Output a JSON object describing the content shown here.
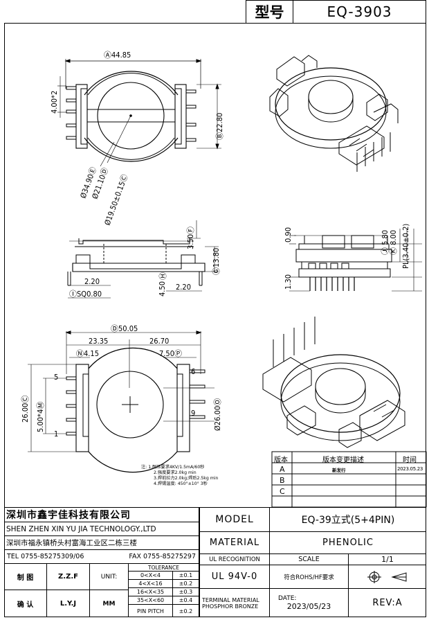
{
  "header": {
    "label": "型号",
    "value": "EQ-3903"
  },
  "dims": {
    "top": {
      "a": "Ⓐ44.85",
      "pin_pitch": "4.00*2",
      "b": "Ⓑ22.80",
      "e": "Ø34.90Ⓔ",
      "d": "Ø21.10Ⓓ",
      "c": "Ø19.50±0.15Ⓒ"
    },
    "side": {
      "f": "3.50Ⓕ",
      "g": "Ⓖ13.80",
      "h": "Ⓗ",
      "l1": "2.20",
      "l2": "2.20",
      "h_val": "4.50",
      "sq": "ⒾSQ0.80"
    },
    "bottom": {
      "d50": "Ⓓ50.05",
      "w1": "23.35",
      "w2": "26.70",
      "n": "Ⓝ4.15",
      "p": "7.50Ⓟ",
      "c26": "26.00Ⓒ",
      "m": "5.00*4Ⓜ",
      "o": "Ø26.00Ⓞ",
      "pin5": "5",
      "pin1": "1",
      "pin6": "6",
      "pin9": "9"
    },
    "front": {
      "v090": "0.90",
      "v580": "5.80",
      "v800": "8.00",
      "j": "Ⓙ",
      "k": "Ⓚ",
      "pl": "PL(3.40±0.2)",
      "v130": "1.30"
    }
  },
  "notes": {
    "label": "注:",
    "items": [
      "1.耐压要求4KV/1.5mA/60秒",
      "2.强度要求2.0kg min",
      "3.焊前拉力2.0kg;焊后2.5kg min",
      "4.焊锡温度: 450°±10° 3秒"
    ]
  },
  "revisions": {
    "headers": [
      "版本",
      "版本变更描述",
      "时间"
    ],
    "rows": [
      {
        "ver": "A",
        "desc": "新发行",
        "date": "2023.05.23"
      },
      {
        "ver": "B",
        "desc": "",
        "date": ""
      },
      {
        "ver": "C",
        "desc": "",
        "date": ""
      }
    ]
  },
  "company": {
    "name_cn": "深圳市鑫宇佳科技有限公司",
    "name_en": "SHEN ZHEN XIN YU JIA TECHNOLOGY.,LTD",
    "address": "深圳市福永镇桥头村富海工业区二栋三楼",
    "tel": "TEL 0755-85275309/06",
    "fax": "FAX 0755-85275297"
  },
  "title_block": {
    "model_label": "MODEL",
    "model_value": "EQ-39立式(5+4PIN)",
    "material_label": "MATERIAL",
    "material_value": "PHENOLIC",
    "ul_label": "UL RECOGNITION",
    "ul_value": "UL 94V-0",
    "scale_label": "SCALE",
    "scale_value": "1/1",
    "rohs": "符合ROHS/HF要求",
    "terminal_label": "TERMINAL MATERIAL",
    "terminal_value": "PHOSPHOR BRONZE",
    "date_label": "DATE:",
    "date_value": "2023/05/23",
    "rev": "REV:A",
    "drawn_label": "制 图",
    "drawn_value": "Z.Z.F",
    "check_label": "确 认",
    "check_value": "L.Y.J",
    "unit_label": "UNIT:",
    "unit_value": "MM",
    "tolerance_label": "TOLERANCE",
    "tolerances": [
      {
        "range": "0<X<4",
        "tol": "±0.1"
      },
      {
        "range": "4<X<16",
        "tol": "±0.2"
      },
      {
        "range": "16<X<35",
        "tol": "±0.3"
      },
      {
        "range": "35<X<60",
        "tol": "±0.4"
      },
      {
        "range": "PIN PITCH",
        "tol": "±0.2"
      }
    ]
  }
}
